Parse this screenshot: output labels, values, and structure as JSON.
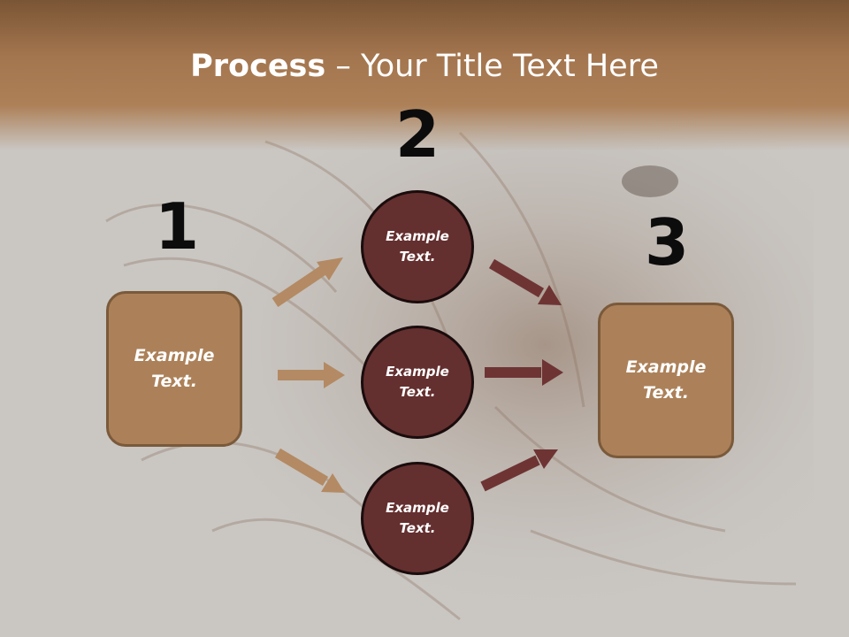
{
  "title": {
    "bold": "Process",
    "rest": " – Your Title Text Here"
  },
  "steps": {
    "s1": "1",
    "s2": "2",
    "s3": "3"
  },
  "left_box": {
    "line1": "Example",
    "line2": "Text."
  },
  "right_box": {
    "line1": "Example",
    "line2": "Text."
  },
  "circles": [
    {
      "line1": "Example",
      "line2": "Text."
    },
    {
      "line1": "Example",
      "line2": "Text."
    },
    {
      "line1": "Example",
      "line2": "Text."
    }
  ],
  "colors": {
    "title_band": "#a4764f",
    "box_fill": "#ac8159",
    "box_border": "#7a5a3b",
    "circle_fill": "#642f2f",
    "arrow_light": "#b38a63",
    "arrow_dark": "#6e3434"
  }
}
